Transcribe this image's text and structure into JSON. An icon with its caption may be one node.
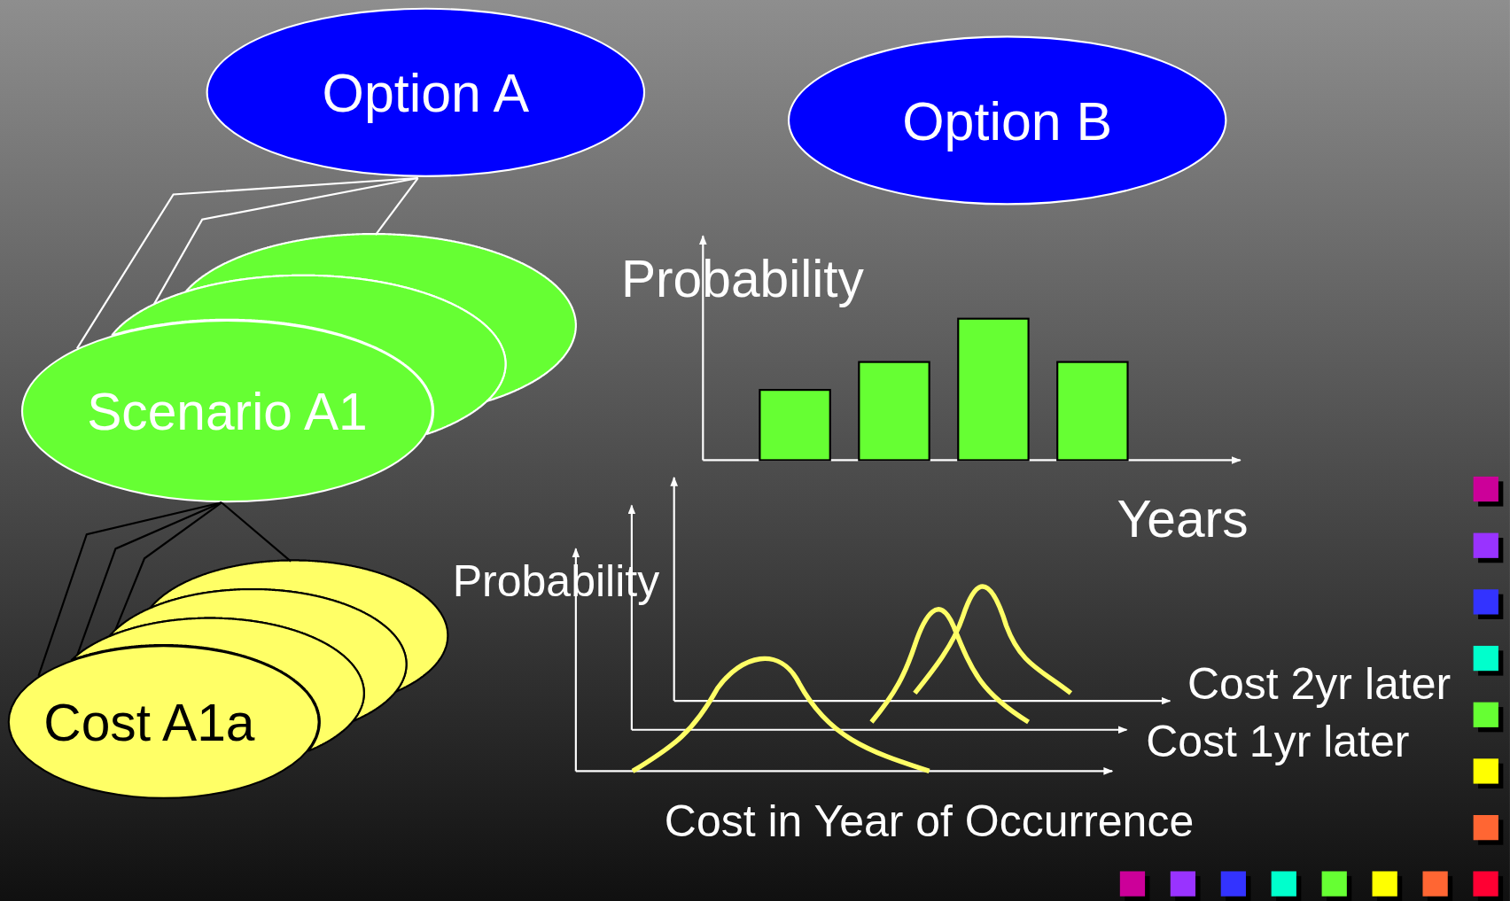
{
  "diagram": {
    "nodes": [
      {
        "text": [
          "Option A"
        ]
      },
      {
        "text": [
          "Option B"
        ]
      },
      {
        "text": [],
        "shape": "ellipse"
      },
      {
        "text": [],
        "shape": "ellipse"
      },
      {
        "text": [
          "Scenario A1"
        ]
      },
      {
        "text": [],
        "shape": "ellipse"
      },
      {
        "text": [],
        "shape": "ellipse"
      },
      {
        "text": [],
        "shape": "ellipse"
      },
      {
        "text": [
          "Cost A1a"
        ]
      }
    ],
    "edges": [
      {
        "from": 0,
        "to": 2,
        "arrow": "none",
        "color": "#ffffff"
      },
      {
        "from": 0,
        "to": 3,
        "arrow": "none",
        "color": "#ffffff"
      },
      {
        "from": 0,
        "to": 4,
        "arrow": "none",
        "color": "#ffffff"
      },
      {
        "from": 4,
        "to": 5,
        "arrow": "none"
      },
      {
        "from": 4,
        "to": 6,
        "arrow": "none"
      },
      {
        "from": 4,
        "to": 7,
        "arrow": "none"
      },
      {
        "from": 4,
        "to": 8,
        "arrow": "none"
      }
    ],
    "labels": [
      "Probability",
      "Years",
      "Probability",
      "Cost 2yr later",
      "Cost 1yr later",
      "Cost in Year of Occurrence"
    ]
  }
}
